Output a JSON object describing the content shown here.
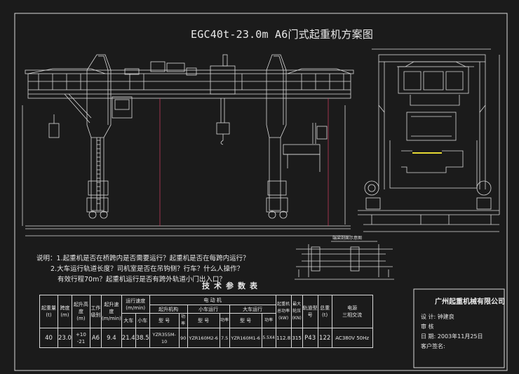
{
  "drawing": {
    "title": "EGC40t-23.0m  A6门式起重机方案图",
    "notes": [
      "说明：1.起重机是否在桥跨内是否需要运行？起重机是否在每跨内运行？",
      "2.大车运行轨道长度？司机室是否在吊钩侧？行车？什么人操作？",
      "有效行程70m？起重机运行是否有跨外轨道小门出入口？"
    ],
    "section_label": "端梁剖面示意图",
    "params_title": "技术参数表",
    "company": "广州起重机械有限公司",
    "title_block": {
      "design": "设 计: 钟建良",
      "review": "审 核",
      "date": "日 期: 2003年11月25日",
      "client": "客户签名:"
    }
  },
  "spec_table": {
    "head_top": [
      "起重量",
      "跨度",
      "起升高度",
      "工作级别",
      "起升速度",
      "运行速度",
      "电动机",
      "电动机",
      "电动机",
      "起重机总功率",
      "最大轮压",
      "轨道型号",
      "总重",
      "电源"
    ],
    "head_units": [
      "(t)",
      "(m)",
      "(m)",
      "",
      "(m/min)",
      "(m/min)",
      "起升机构",
      "小车运行",
      "大车运行",
      "(kW)",
      "(KN)",
      "",
      "(t)",
      "三相交流"
    ],
    "speed_sub": [
      "大车",
      "小车"
    ],
    "motor_group": "电 动 机",
    "motor_sub": [
      "型 号",
      "功率",
      "型 号",
      "功率",
      "型 号",
      "功率"
    ],
    "values": {
      "capacity": "40",
      "span": "23.0",
      "lift_height": "+10\n-21",
      "duty": "A6",
      "lift_speed": "9.4",
      "crane_speed": "21.4",
      "trolley_speed": "38.5",
      "hoist_motor": "YZR355M-10",
      "hoist_power": "90",
      "trolley_motor": "YZR160M2-6",
      "trolley_power": "7.5",
      "crane_motor": "YZR160M1-6",
      "crane_power": "5.5X4",
      "total_power": "112.8",
      "wheel_load": "315",
      "rail": "P43",
      "weight": "122",
      "power_supply": "AC380V 50Hz"
    }
  }
}
